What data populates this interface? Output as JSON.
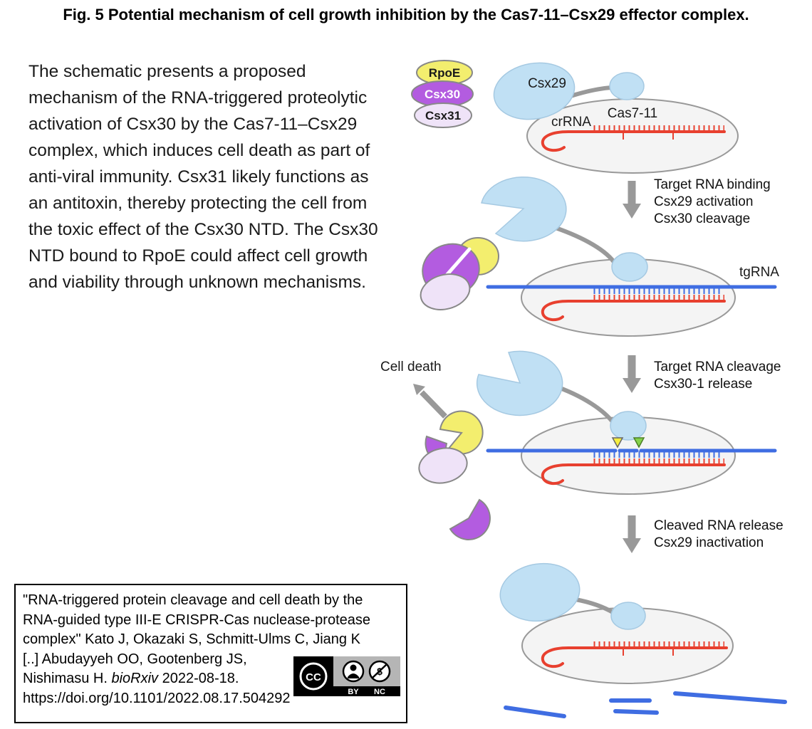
{
  "title": "Fig. 5 Potential mechanism of cell growth inhibition by the Cas7-11–Csx29 effector complex.",
  "description": "The schematic presents a proposed mechanism of the RNA-triggered proteolytic activation of Csx30 by the Cas7-11–Csx29 complex, which induces cell death as part of anti-viral immunity. Csx31 likely functions as an antitoxin, thereby protecting the cell from the toxic effect of the Csx30 NTD. The Csx30 NTD bound to RpoE could affect cell growth and viability through unknown mechanisms.",
  "diagram": {
    "legend": [
      {
        "label": "RpoE"
      },
      {
        "label": "Csx30"
      },
      {
        "label": "Csx31"
      }
    ],
    "labels": {
      "csx29": "Csx29",
      "crRNA": "crRNA",
      "cas7_11": "Cas7-11",
      "tgRNA": "tgRNA",
      "cell_death": "Cell death"
    },
    "steps": [
      {
        "lines": [
          "Target RNA binding",
          "Csx29 activation",
          "Csx30 cleavage"
        ]
      },
      {
        "lines": [
          "Target RNA cleavage",
          "Csx30-1 release"
        ]
      },
      {
        "lines": [
          "Cleaved RNA release",
          "Csx29 inactivation"
        ]
      }
    ],
    "colors": {
      "csx29_blue": "#c0e0f4",
      "cas_ellipse_fill": "#f4f4f4",
      "rpoe_yellow": "#f3ee6e",
      "csx30_purple": "#b35ce0",
      "csx31_lavender": "#efe3f8",
      "crRNA_red": "#e8402f",
      "tgRNA_blue": "#3f6de2",
      "arrow_gray": "#999999"
    }
  },
  "citation": {
    "lines": [
      "\"RNA-triggered protein cleavage and cell death by the",
      "RNA-guided type III-E CRISPR-Cas nuclease-protease",
      "complex\" Kato J, Okazaki S, Schmitt-Ulms C, Jiang K",
      "[..] Abudayyeh OO, Gootenberg JS,"
    ],
    "line5_prefix": "Nishimasu H. ",
    "journal": "bioRxiv",
    "line5_suffix": " 2022-08-18.",
    "doi": "https://doi.org/10.1101/2022.08.17.504292",
    "license": {
      "cc_label": "CC",
      "by_label": "BY",
      "nc_label": "NC",
      "nc_symbol": "$"
    }
  }
}
